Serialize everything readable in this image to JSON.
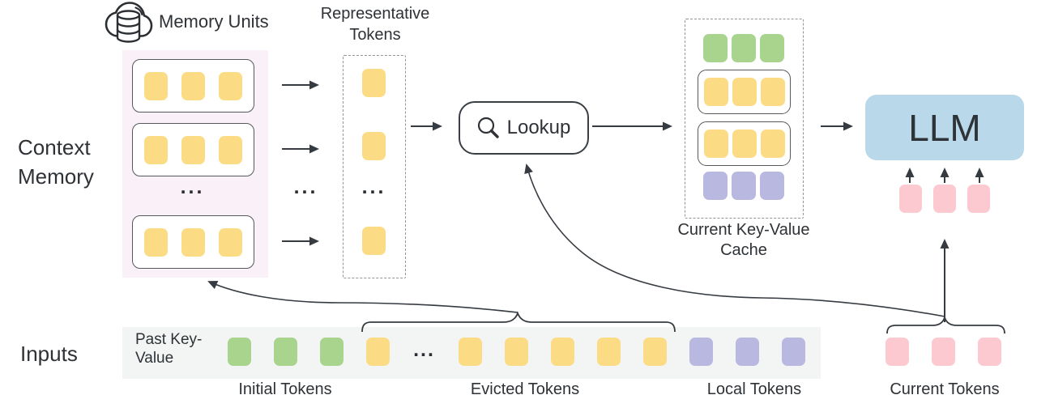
{
  "fig": {
    "memory_units_label": "Memory Units",
    "context_memory_label": "Context Memory",
    "representative_tokens_label": "Representative Tokens",
    "lookup_label": "Lookup",
    "current_kv_cache_label": "Current Key-Value Cache",
    "llm_label": "LLM",
    "inputs_label": "Inputs",
    "past_key_value_label": "Past Key-Value",
    "ellipsis": "...",
    "memory": {
      "visible_units": 3,
      "tokens_per_unit": 3
    },
    "representative": {
      "visible_tokens": 3
    },
    "cache_rows": [
      {
        "kind": "initial-tokens",
        "color": "#A9D48E",
        "count": 3
      },
      {
        "kind": "retrieved-memory-unit",
        "color": "#FBDC85",
        "count": 3,
        "boxed": true
      },
      {
        "kind": "retrieved-memory-unit",
        "color": "#FBDC85",
        "count": 3,
        "boxed": true
      },
      {
        "kind": "local-tokens",
        "color": "#B9B8E0",
        "count": 3
      }
    ],
    "input_groups": [
      {
        "label": "Initial Tokens",
        "color": "#A9D48E",
        "visible_tokens": 3
      },
      {
        "label": "Evicted Tokens",
        "color": "#FBDC85",
        "visible_tokens": 6
      },
      {
        "label": "Local Tokens",
        "color": "#B9B8E0",
        "visible_tokens": 3
      },
      {
        "label": "Current Tokens",
        "color": "#FBC9CF",
        "visible_tokens": 3
      }
    ],
    "llm_input_tokens": 3
  },
  "colors": {
    "memory_token_yellow": "#FBDC85",
    "initial_token_green": "#A9D48E",
    "local_token_purple": "#B9B8E0",
    "current_token_pink": "#FBC9CF",
    "llm_box_blue": "#B9D8EA",
    "context_memory_bg": "#FAF0F7",
    "inputs_bar_bg": "#F3F5F5",
    "line_dark": "#363B41"
  }
}
